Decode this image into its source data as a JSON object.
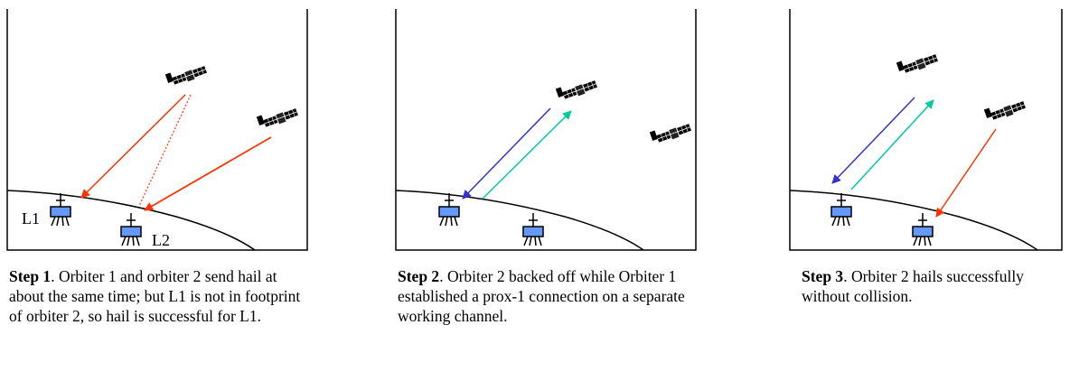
{
  "panels": [
    {
      "step_label": "Step 1",
      "caption": ". Orbiter 1 and orbiter 2 send hail at about the same time; but L1 is not in footprint of orbiter 2, so hail is successful for L1.",
      "lander_labels": [
        "L1",
        "L2"
      ]
    },
    {
      "step_label": "Step 2",
      "caption": ". Orbiter 2 backed off while Orbiter 1 established a prox-1 connection on a separate working channel."
    },
    {
      "step_label": "Step 3",
      "caption": ".  Orbiter 2 hails successfully without collision."
    }
  ],
  "colors": {
    "hail": "#ff3300",
    "forward": "#3333cc",
    "return": "#00cc99",
    "lander_body": "#6699ff"
  },
  "icons": [
    "satellite-icon",
    "lander-icon"
  ]
}
